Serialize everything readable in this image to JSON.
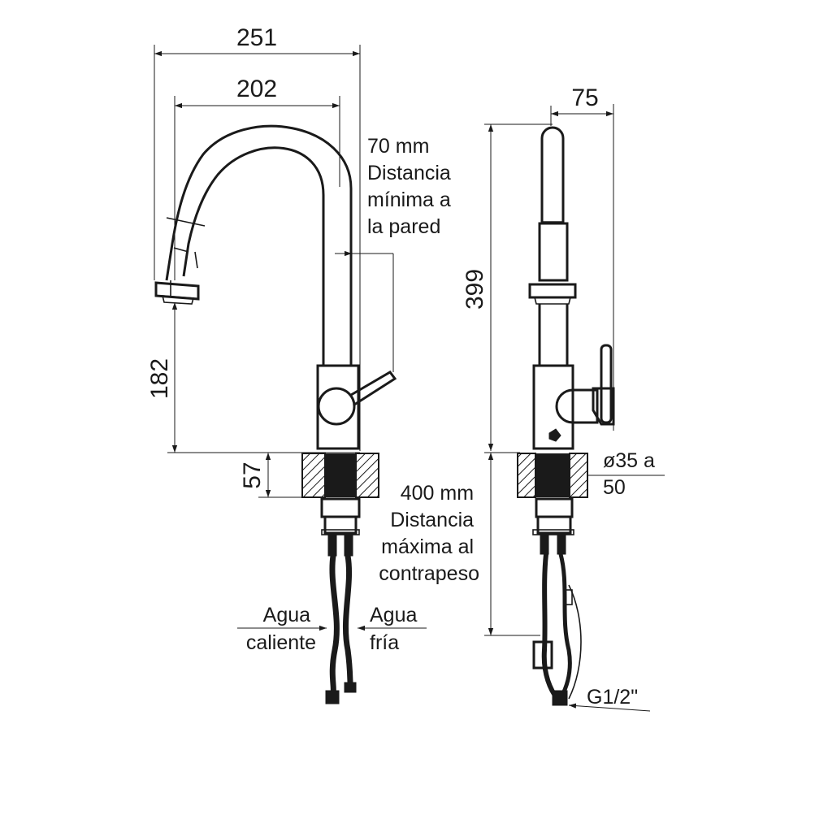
{
  "front_view": {
    "dim_overall_width": "251",
    "dim_spout_reach": "202",
    "dim_spout_height": "182",
    "dim_deck_thickness": "57",
    "wall_note": [
      "70 mm",
      "Distancia",
      "mínima a",
      "la pared"
    ],
    "hot_water_label": [
      "Agua",
      "caliente"
    ],
    "cold_water_label": [
      "Agua",
      "fría"
    ]
  },
  "side_view": {
    "dim_depth": "75",
    "dim_total_height": "399",
    "hole_diameter_label": [
      "ø35 a",
      "50"
    ],
    "counterweight_note": [
      "400 mm",
      "Distancia",
      "máxima al",
      "contrapeso"
    ],
    "connection_label": "G1/2\""
  }
}
